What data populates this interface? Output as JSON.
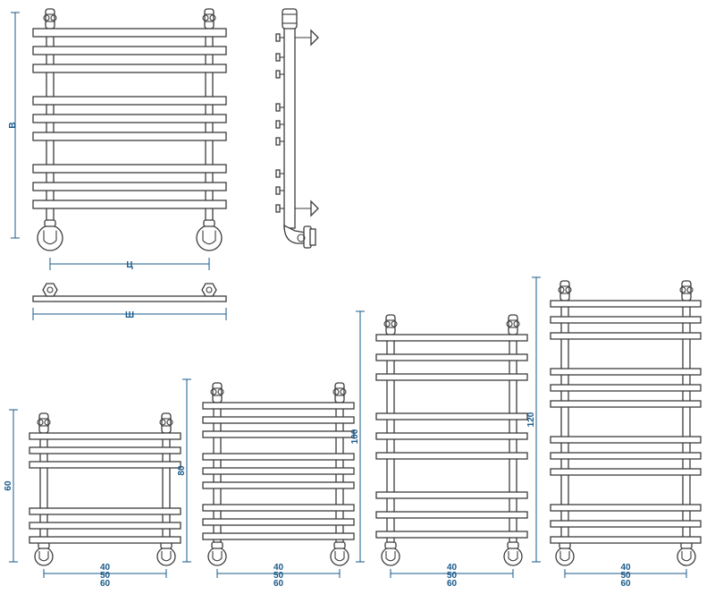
{
  "labels": {
    "height": "В",
    "center_distance": "Ц",
    "width": "Ш"
  },
  "widths": [
    "40",
    "50",
    "60"
  ],
  "variants": [
    {
      "height": "60",
      "bar_groups": [
        3,
        3
      ]
    },
    {
      "height": "80",
      "bar_groups": [
        3,
        3,
        3
      ]
    },
    {
      "height": "100",
      "bar_groups": [
        3,
        3,
        3
      ]
    },
    {
      "height": "120",
      "bar_groups": [
        3,
        3,
        3,
        3
      ]
    }
  ],
  "colors": {
    "dimension": "#1a5a8a",
    "outline": "#3c3c3c"
  }
}
